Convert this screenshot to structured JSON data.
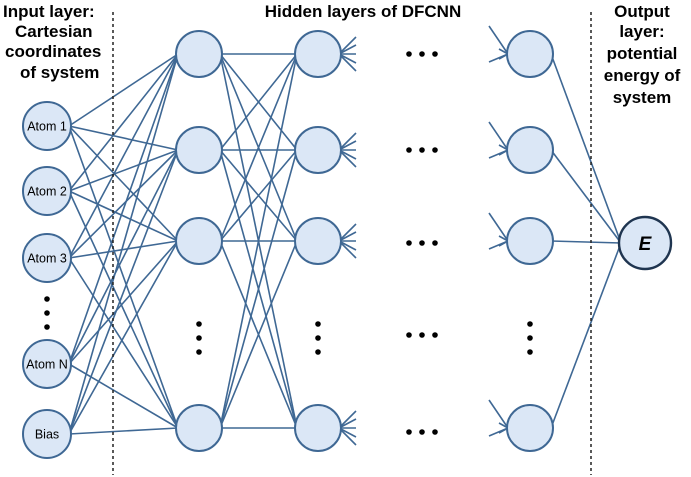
{
  "titles": {
    "input": [
      "Input layer:",
      "Cartesian",
      "coordinates",
      "of system"
    ],
    "hidden": "Hidden layers of DFCNN",
    "output": [
      "Output",
      "layer:",
      "potential",
      "energy of",
      "system"
    ]
  },
  "input_nodes": [
    "Atom 1",
    "Atom 2",
    "Atom 3",
    "Atom N",
    "Bias"
  ],
  "output_node": "E",
  "colors": {
    "node_fill": "#dbe7f6",
    "edge": "#3f6894",
    "divider": "#222222"
  }
}
